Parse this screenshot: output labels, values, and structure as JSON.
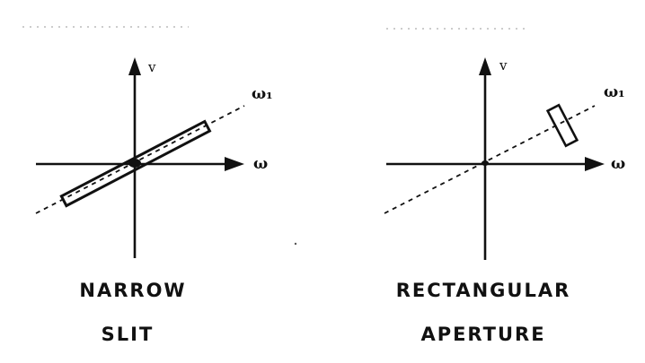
{
  "left_panel": {
    "axis_v_label": "v",
    "axis_w_label": "ω",
    "line_label": "ω₁",
    "caption_line1": "NARROW",
    "caption_line2": "SLIT"
  },
  "right_panel": {
    "axis_v_label": "v",
    "axis_w_label": "ω",
    "line_label": "ω₁",
    "caption_line1": "RECTANGULAR",
    "caption_line2": "APERTURE"
  }
}
